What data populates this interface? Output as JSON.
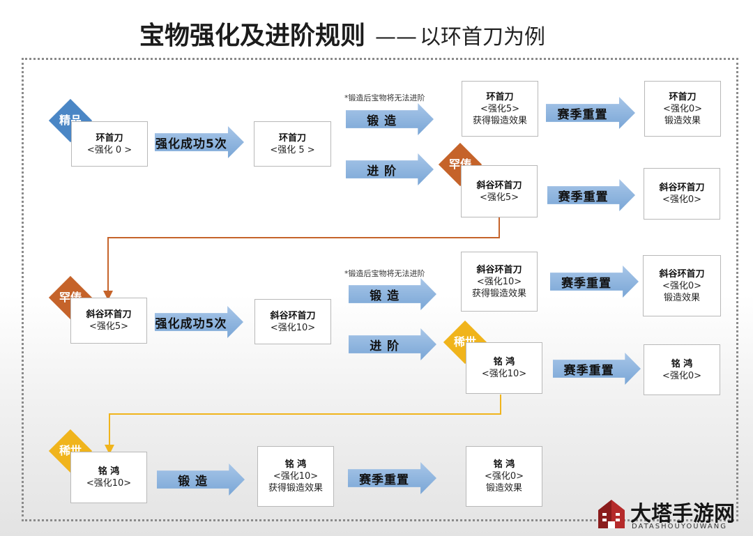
{
  "title": {
    "main": "宝物强化及进阶规则",
    "dash": "——",
    "sub": "以环首刀为例"
  },
  "badges": {
    "jingpin": "精品",
    "handao": "罕俦",
    "xishi": "稀世"
  },
  "note": "*锻造后宝物将无法进阶",
  "arrows": {
    "qianghua5": "强化成功5次",
    "duanzao": "锻 造",
    "jinjie": "进 阶",
    "reset": "赛季重置"
  },
  "row1": {
    "start": {
      "name": "环首刀",
      "level": "<强化 0 >"
    },
    "after": {
      "name": "环首刀",
      "level": "<强化 5 >"
    },
    "forged": {
      "name": "环首刀",
      "level": "<强化5>",
      "effect": "获得锻造效果"
    },
    "forged_reset": {
      "name": "环首刀",
      "level": "<强化0>",
      "effect": "锻造效果"
    },
    "advanced": {
      "name": "斜谷环首刀",
      "level": "<强化5>"
    },
    "advanced_reset": {
      "name": "斜谷环首刀",
      "level": "<强化0>"
    }
  },
  "row2": {
    "start": {
      "name": "斜谷环首刀",
      "level": "<强化5>"
    },
    "after": {
      "name": "斜谷环首刀",
      "level": "<强化10>"
    },
    "forged": {
      "name": "斜谷环首刀",
      "level": "<强化10>",
      "effect": "获得锻造效果"
    },
    "forged_reset": {
      "name": "斜谷环首刀",
      "level": "<强化0>",
      "effect": "锻造效果"
    },
    "advanced": {
      "name": "铭 鸿",
      "level": "<强化10>"
    },
    "advanced_reset": {
      "name": "铭 鸿",
      "level": "<强化0>"
    }
  },
  "row3": {
    "start": {
      "name": "铭 鸿",
      "level": "<强化10>"
    },
    "forged": {
      "name": "铭 鸿",
      "level": "<强化10>",
      "effect": "获得锻造效果"
    },
    "forged_reset": {
      "name": "铭 鸿",
      "level": "<强化0>",
      "effect": "锻造效果"
    }
  },
  "colors": {
    "jingpin": "#4a86c5",
    "handao": "#c5632a",
    "xishi": "#f0b41c",
    "arrow": "#7aa6d6"
  },
  "logo": {
    "text": "大塔手游网",
    "sub": "DATASHOUYOUWANG"
  }
}
